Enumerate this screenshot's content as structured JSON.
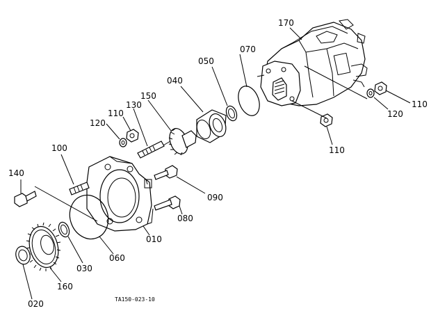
{
  "diagram": {
    "drawing_code": "TA150-023-10",
    "parts": [
      {
        "ref": "170",
        "name": "pump-body"
      },
      {
        "ref": "070",
        "name": "o-ring"
      },
      {
        "ref": "050",
        "name": "snap-ring"
      },
      {
        "ref": "040",
        "name": "bearing"
      },
      {
        "ref": "150",
        "name": "drive-gear"
      },
      {
        "ref": "130",
        "name": "stud"
      },
      {
        "ref": "110",
        "name": "nut"
      },
      {
        "ref": "120",
        "name": "washer"
      },
      {
        "ref": "100",
        "name": "stud"
      },
      {
        "ref": "140",
        "name": "bolt"
      },
      {
        "ref": "090",
        "name": "bolt"
      },
      {
        "ref": "080",
        "name": "bolt"
      },
      {
        "ref": "010",
        "name": "flange-housing"
      },
      {
        "ref": "060",
        "name": "o-ring"
      },
      {
        "ref": "030",
        "name": "snap-ring"
      },
      {
        "ref": "160",
        "name": "gear"
      },
      {
        "ref": "020",
        "name": "spacer"
      },
      {
        "ref": "110",
        "name": "nut"
      },
      {
        "ref": "120",
        "name": "washer"
      },
      {
        "ref": "110",
        "name": "nut"
      }
    ]
  }
}
